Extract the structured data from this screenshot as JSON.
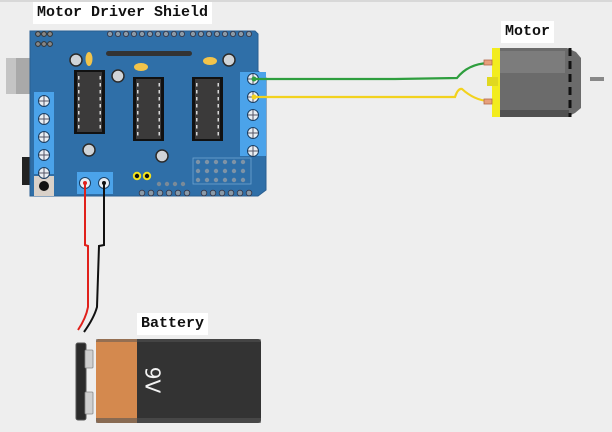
{
  "title": "Motor + Motor Driver Shield + 9V Battery wiring diagram",
  "components": {
    "shield": {
      "label": "Motor Driver Shield"
    },
    "motor": {
      "label": "Motor"
    },
    "battery": {
      "label": "Battery",
      "voltage_text": "9V"
    }
  },
  "wires": [
    {
      "name": "motor-wire-green",
      "color": "#2e9e3e",
      "from": "shield terminal M1 (top)",
      "to": "motor terminal"
    },
    {
      "name": "motor-wire-yellow",
      "color": "#f2d21e",
      "from": "shield terminal M1 (second)",
      "to": "motor terminal"
    },
    {
      "name": "battery-wire-red",
      "color": "#e0201b",
      "from": "shield EXT_PWR +M",
      "to": "battery +"
    },
    {
      "name": "battery-wire-black",
      "color": "#111111",
      "from": "shield EXT_PWR GND",
      "to": "battery -"
    }
  ],
  "colors": {
    "background": "#eeeeee",
    "pcb": "#2f6fa8",
    "terminal_block": "#4ba3ea",
    "ic": "#3a3a3a",
    "motor_body": "#6e6e6e",
    "motor_cap": "#f2ec1e",
    "battery_copper": "#d4894e",
    "battery_body": "#333333"
  }
}
